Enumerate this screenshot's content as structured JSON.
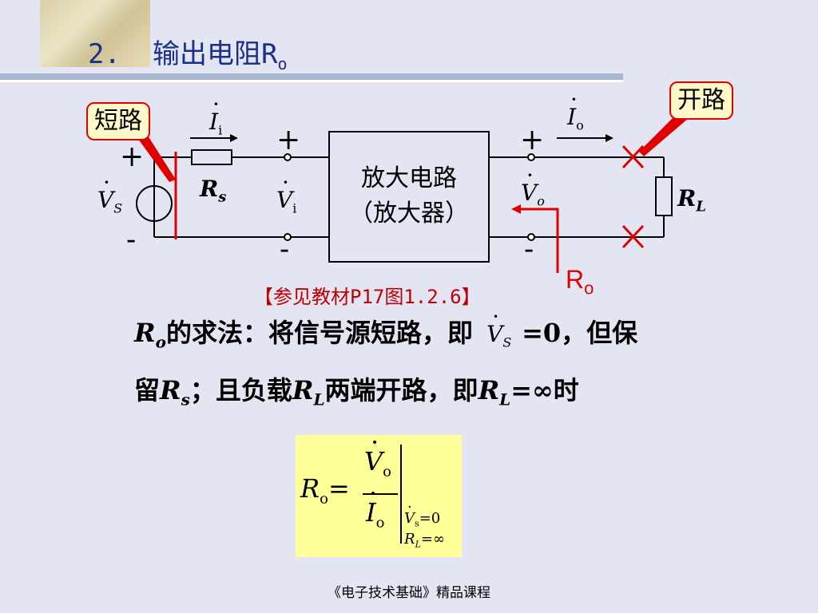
{
  "title": {
    "number": "2.",
    "text": "输出电阻R",
    "sub": "o"
  },
  "callouts": {
    "short": "短路",
    "open": "开路"
  },
  "circuit": {
    "source_V": "V",
    "source_sub": "S",
    "Ii": "I",
    "Ii_sub": "i",
    "Io": "I",
    "Io_sub": "o",
    "Rs": "R",
    "Rs_sub": "s",
    "Vi": "V",
    "Vi_sub": "i",
    "Vo": "V",
    "Vo_sub": "o",
    "RL": "R",
    "RL_sub": "L",
    "plus": "+",
    "minus": "-",
    "amp_line1": "放大电路",
    "amp_line2": "（放大器）"
  },
  "ro_label": {
    "text": "R",
    "sub": "o"
  },
  "reference": "【参见教材P17图1.2.6】",
  "body": {
    "line1_a": "的求法：将信号源短路，即",
    "line1_b": "=0，但保",
    "line2_a": "留",
    "line2_b": "；且负载",
    "line2_c": "两端开路，即",
    "line2_d": "=∞时"
  },
  "formula": {
    "lhs": "R",
    "lhs_sub": "o",
    "eq": "=",
    "num": "V",
    "num_sub": "o",
    "den": "I",
    "den_sub": "o",
    "cond1": "V",
    "cond1_sub": "s",
    "cond1_val": "=0",
    "cond2": "R",
    "cond2_sub": "L",
    "cond2_val": "=∞"
  },
  "footer": "《电子技术基础》精品课程",
  "colors": {
    "title": "#1a2f86",
    "accent_red": "#e00000",
    "callout_bg": "#fff8c8",
    "formula_bg": "#ffff99",
    "background": "#e4e5f2"
  }
}
